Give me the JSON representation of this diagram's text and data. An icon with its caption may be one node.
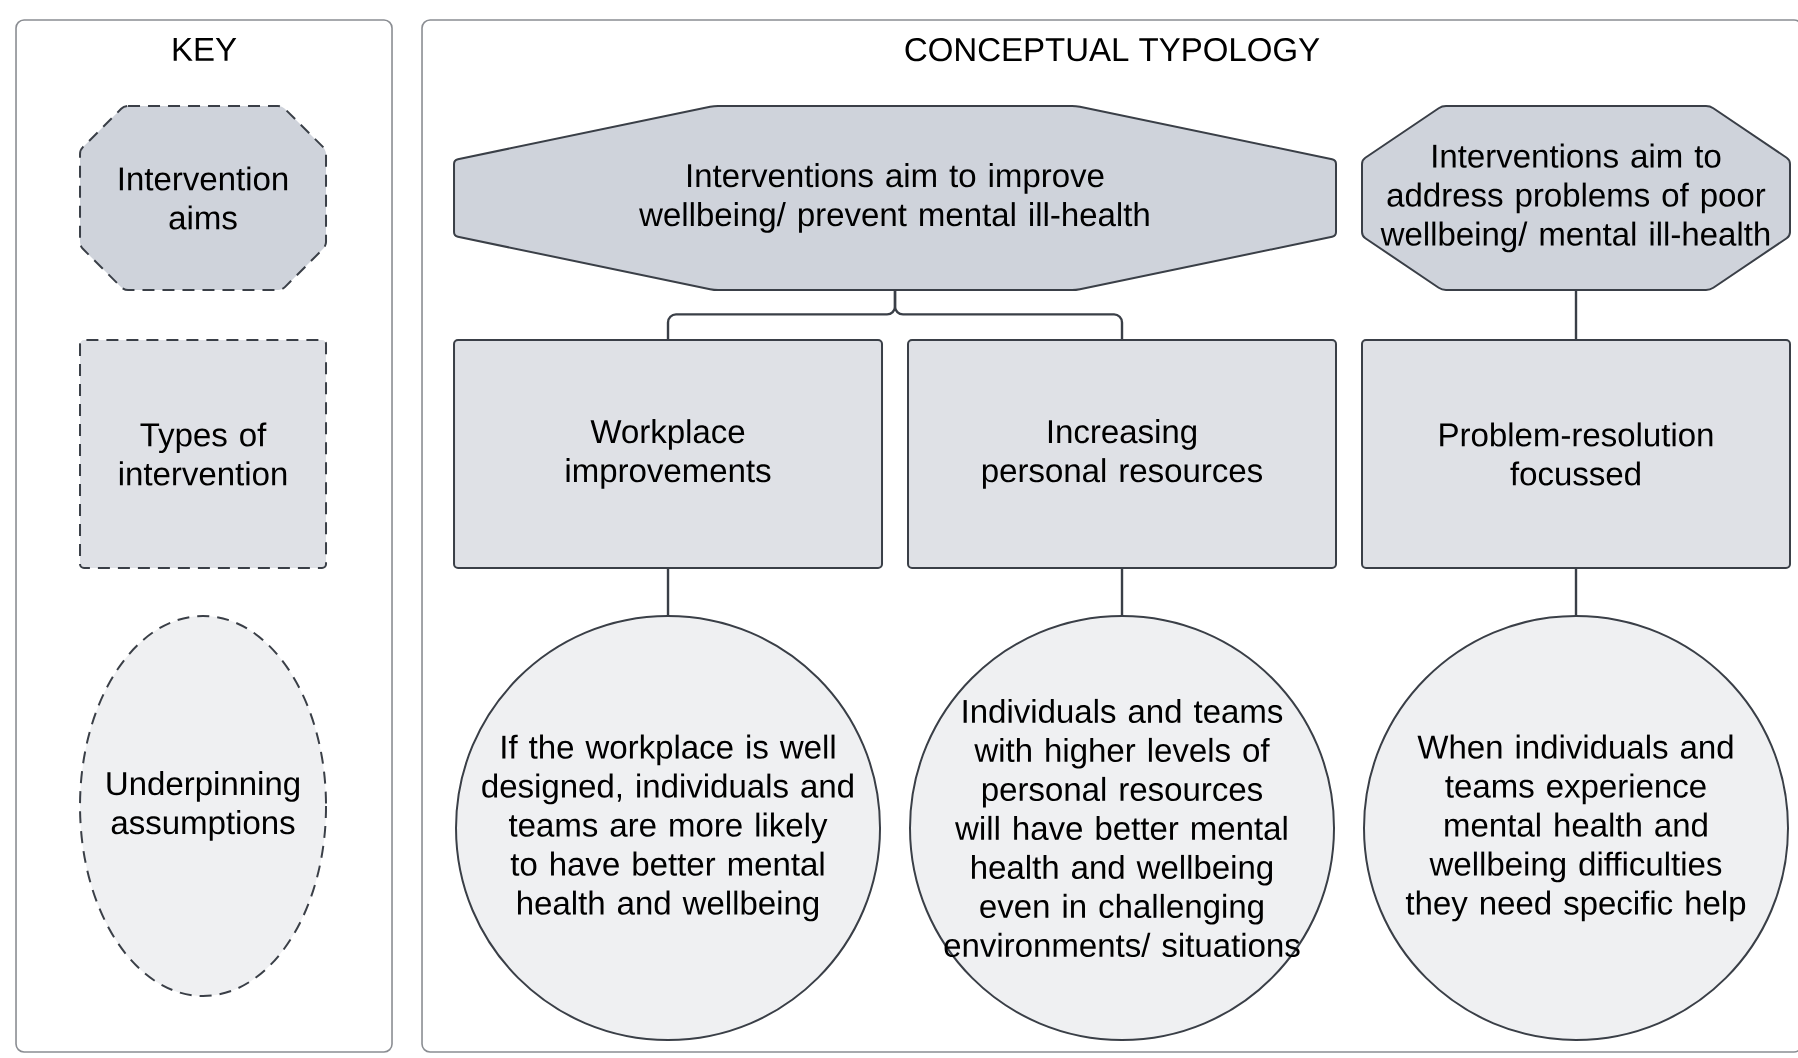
{
  "diagram": {
    "nodes": [
      {
        "text": [
          "KEY"
        ]
      },
      {
        "text": [
          "Intervention aims"
        ],
        "in": 0
      },
      {
        "text": [
          "Types of intervention"
        ],
        "in": 0
      },
      {
        "text": [
          "Underpinning assumptions"
        ],
        "in": 0
      },
      {
        "text": [
          "CONCEPTUAL TYPOLOGY"
        ]
      },
      {
        "text": [
          "Interventions aim to improve wellbeing/ prevent mental ill-health"
        ],
        "in": 4
      },
      {
        "text": [
          "Interventions aim to address problems of poor wellbeing/ mental ill-health"
        ],
        "in": 4
      },
      {
        "text": [
          "Workplace improvements"
        ],
        "in": 4
      },
      {
        "text": [
          "Increasing personal resources"
        ],
        "in": 4
      },
      {
        "text": [
          "Problem-resolution focussed"
        ],
        "in": 4
      },
      {
        "text": [
          "If the workplace is well designed, individuals and teams are more likely to have better mental health and wellbeing"
        ],
        "in": 4
      },
      {
        "text": [
          "Individuals and teams with higher levels of personal resources will have better mental health and wellbeing even in challenging environments/ situations"
        ],
        "in": 4
      },
      {
        "text": [
          "When individuals and teams experience mental health and wellbeing difficulties they need specific help"
        ],
        "in": 4
      }
    ],
    "edges": [
      {
        "from": 5,
        "to": 7,
        "arrow": "none"
      },
      {
        "from": 5,
        "to": 8,
        "arrow": "none"
      },
      {
        "from": 6,
        "to": 9,
        "arrow": "none"
      },
      {
        "from": 7,
        "to": 10,
        "arrow": "none"
      },
      {
        "from": 8,
        "to": 11,
        "arrow": "none"
      },
      {
        "from": 9,
        "to": 12,
        "arrow": "none"
      }
    ]
  }
}
